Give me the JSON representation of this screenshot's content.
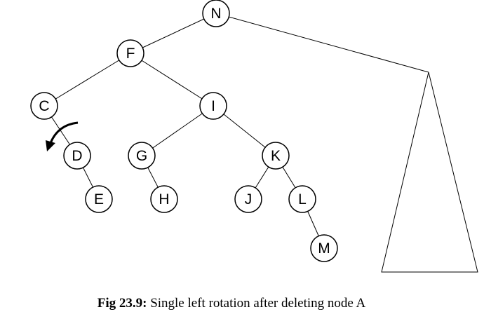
{
  "diagram": {
    "nodes": {
      "N": "N",
      "F": "F",
      "C": "C",
      "I": "I",
      "D": "D",
      "G": "G",
      "K": "K",
      "E": "E",
      "H": "H",
      "J": "J",
      "L": "L",
      "M": "M"
    },
    "edges": [
      [
        "N",
        "F"
      ],
      [
        "F",
        "C"
      ],
      [
        "F",
        "I"
      ],
      [
        "C",
        "D"
      ],
      [
        "I",
        "G"
      ],
      [
        "I",
        "K"
      ],
      [
        "D",
        "E"
      ],
      [
        "G",
        "H"
      ],
      [
        "K",
        "J"
      ],
      [
        "K",
        "L"
      ],
      [
        "L",
        "M"
      ]
    ],
    "colors": {
      "stroke": "#000000",
      "fill": "#ffffff"
    }
  },
  "caption": {
    "number": "Fig 23.9:",
    "text": " Single left rotation after deleting node A"
  }
}
